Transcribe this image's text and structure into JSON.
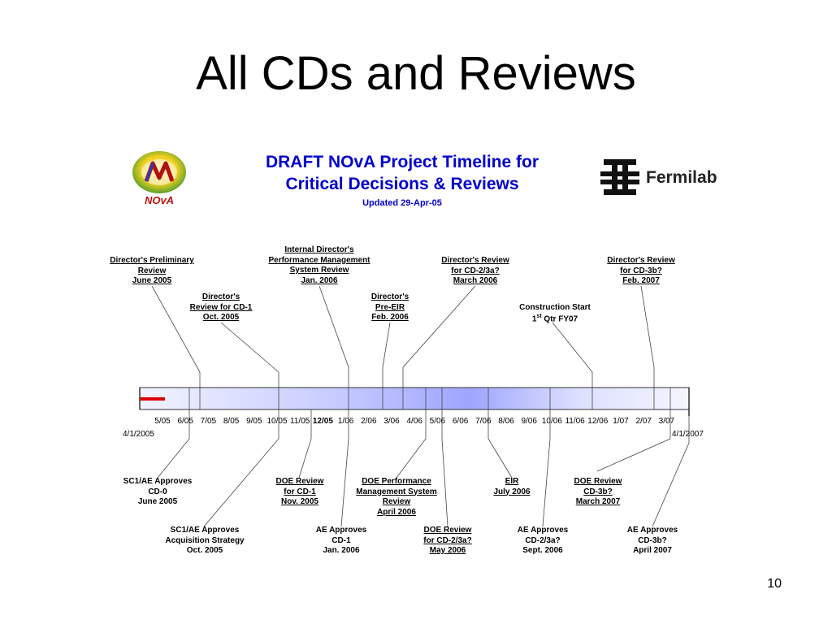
{
  "slide": {
    "title": "All CDs and Reviews",
    "page_number": "10"
  },
  "timeline": {
    "title_line1": "DRAFT NOvA Project Timeline for",
    "title_line2": "Critical Decisions & Reviews",
    "updated": "Updated 29-Apr-05",
    "start_label": "4/1/2005",
    "end_label": "4/1/2007",
    "months": [
      "5/05",
      "6/05",
      "7/05",
      "8/05",
      "9/05",
      "10/05",
      "11/05",
      "12/05",
      "1/06",
      "2/06",
      "3/06",
      "4/06",
      "5/06",
      "6/06",
      "7/06",
      "8/06",
      "9/06",
      "10/06",
      "11/06",
      "12/06",
      "1/07",
      "2/07",
      "3/07"
    ],
    "bold_month": "12/05"
  },
  "logos": {
    "nova": "NOvA",
    "fermilab": "Fermilab",
    "nova_icon": "nova-logo-icon",
    "fermilab_icon": "fermilab-logo-icon"
  },
  "colors": {
    "title_blue": "#0000cc",
    "marker_red": "#dd0000",
    "bar_gradient_light": "#eef0ff",
    "bar_gradient_dark": "#9aa0ff"
  },
  "above_events": [
    {
      "lines": [
        "Director's Preliminary",
        "Review",
        "June 2005"
      ]
    },
    {
      "lines": [
        "Internal Director's",
        "Performance Management",
        "System Review",
        "Jan. 2006"
      ]
    },
    {
      "lines": [
        "Director's Review",
        "for CD-2/3a?",
        "March 2006"
      ]
    },
    {
      "lines": [
        "Director's Review",
        "for CD-3b?",
        "Feb. 2007"
      ]
    },
    {
      "lines": [
        "Director's",
        "Review for CD-1",
        "Oct. 2005"
      ]
    },
    {
      "lines": [
        "Director's",
        "Pre-EIR",
        "Feb. 2006"
      ]
    },
    {
      "lines": [
        "Construction Start",
        "1st Qtr FY07"
      ]
    }
  ],
  "below_events": [
    {
      "lines": [
        "SC1/AE Approves",
        "CD-0",
        "June 2005"
      ]
    },
    {
      "lines": [
        "DOE Review",
        "for CD-1",
        "Nov. 2005"
      ]
    },
    {
      "lines": [
        "DOE Performance",
        "Management System",
        "Review",
        "April 2006"
      ]
    },
    {
      "lines": [
        "EIR",
        "July 2006"
      ]
    },
    {
      "lines": [
        "DOE Review",
        "CD-3b?",
        "March 2007"
      ]
    },
    {
      "lines": [
        "SC1/AE Approves",
        "Acquisition Strategy",
        "Oct. 2005"
      ]
    },
    {
      "lines": [
        "AE Approves",
        "CD-1",
        "Jan. 2006"
      ]
    },
    {
      "lines": [
        "DOE Review",
        "for CD-2/3a?",
        "May 2006"
      ]
    },
    {
      "lines": [
        "AE Approves",
        "CD-2/3a?",
        "Sept. 2006"
      ]
    },
    {
      "lines": [
        "AE Approves",
        "CD-3b?",
        "April 2007"
      ]
    }
  ]
}
